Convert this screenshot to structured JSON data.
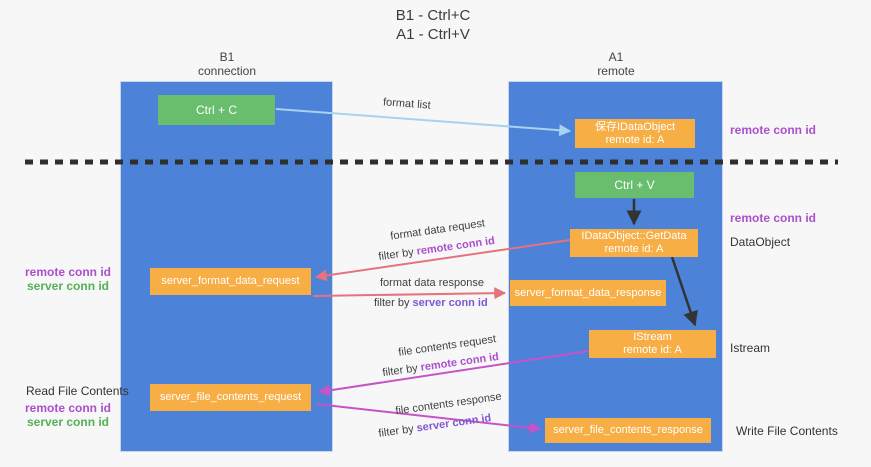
{
  "title": {
    "line1": "B1 - Ctrl+C",
    "line2": "A1 - Ctrl+V"
  },
  "lanes": {
    "left": {
      "title": "B1",
      "subtitle": "connection"
    },
    "right": {
      "title": "A1",
      "subtitle": "remote"
    }
  },
  "nodes": {
    "ctrl_c": "Ctrl + C",
    "ctrl_v": "Ctrl + V",
    "save_dataobject_line1": "保存IDataObject",
    "save_dataobject_line2": "remote id: A",
    "getdata_line1": "IDataObject::GetData",
    "getdata_line2": "remote id: A",
    "istream_line1": "IStream",
    "istream_line2": "remote id: A",
    "server_format_data_request": "server_format_data_request",
    "server_format_data_response": "server_format_data_response",
    "server_file_contents_request": "server_file_contents_request",
    "server_file_contents_response": "server_file_contents_response"
  },
  "edge_labels": {
    "format_list": "format list",
    "format_data_request": "format data request",
    "format_data_response": "format data response",
    "file_contents_request": "file contents request",
    "file_contents_response": "file contents response",
    "filter_by": "filter by ",
    "remote_conn_id": "remote conn id",
    "server_conn_id": "server conn id"
  },
  "annotations": {
    "remote_conn_id": "remote conn id",
    "server_conn_id": "server conn id",
    "dataobject": "DataObject",
    "istream": "Istream",
    "read_file_contents": "Read File Contents",
    "write_file_contents": "Write File Contents"
  },
  "colors": {
    "lane_blue": "#4c82d8",
    "node_orange": "#f7ae45",
    "node_green": "#68be6c",
    "arrow_red": "#e5737c",
    "arrow_magenta": "#c653c8",
    "arrow_lightblue": "#a7d3f1",
    "arrow_black": "#333333",
    "dashed_line": "#2f2f2f",
    "text_purple": "#ab4fcc",
    "text_green": "#53b156",
    "text_violet": "#7e57d2"
  }
}
